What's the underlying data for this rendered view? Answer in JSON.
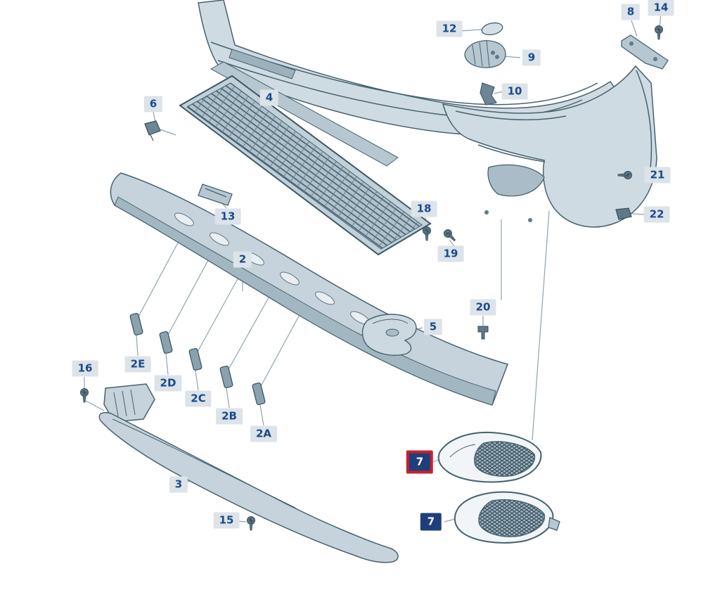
{
  "palette": {
    "label_bg": "#dce3e9",
    "label_text": "#1b4a8c",
    "selected_frame": "#cb1f2d",
    "highlight_bg": "#1f3f7c",
    "highlight_text": "#ffffff",
    "part_outline": "#46626f",
    "part_fill": "#cfdbe3"
  },
  "callouts": {
    "12": "12",
    "9": "9",
    "8": "8",
    "14": "14",
    "10": "10",
    "4": "4",
    "6": "6",
    "21": "21",
    "22": "22",
    "18": "18",
    "19": "19",
    "13": "13",
    "2": "2",
    "5": "5",
    "20": "20",
    "16": "16",
    "2E": "2E",
    "2D": "2D",
    "2C": "2C",
    "2B": "2B",
    "2A": "2A",
    "3": "3",
    "15": "15",
    "7_selected": "7",
    "7_highlight": "7"
  }
}
